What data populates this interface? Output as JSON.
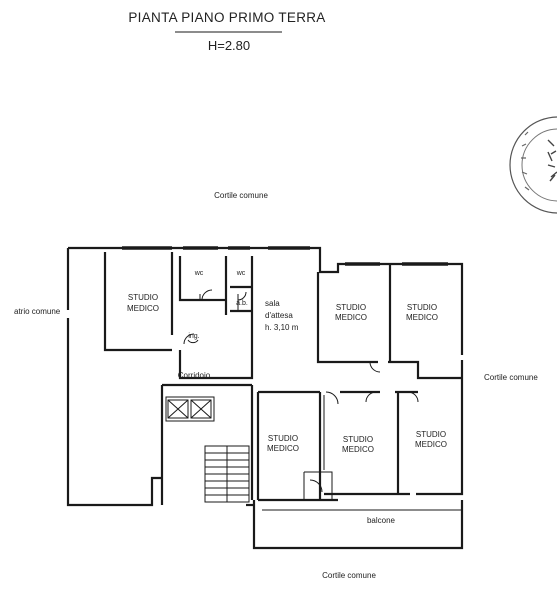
{
  "header": {
    "title": "PIANTA PIANO PRIMO TERRA",
    "height_note": "H=2.80"
  },
  "labels": {
    "courtyard_top": "Cortile comune",
    "courtyard_right": "Cortile comune",
    "courtyard_bottom": "Cortile comune",
    "atrium": "atrio comune",
    "corridor": "Corridoio",
    "balcony": "balcone",
    "entrance": "ing.",
    "wc_1": "wc",
    "wc_2": "wc",
    "antibath": "a.b.",
    "waiting_room_line1": "sala",
    "waiting_room_line2": "d'attesa",
    "waiting_room_height": "h. 3,10 m",
    "room_word_1": "STUDIO",
    "room_word_2": "MEDICO"
  }
}
